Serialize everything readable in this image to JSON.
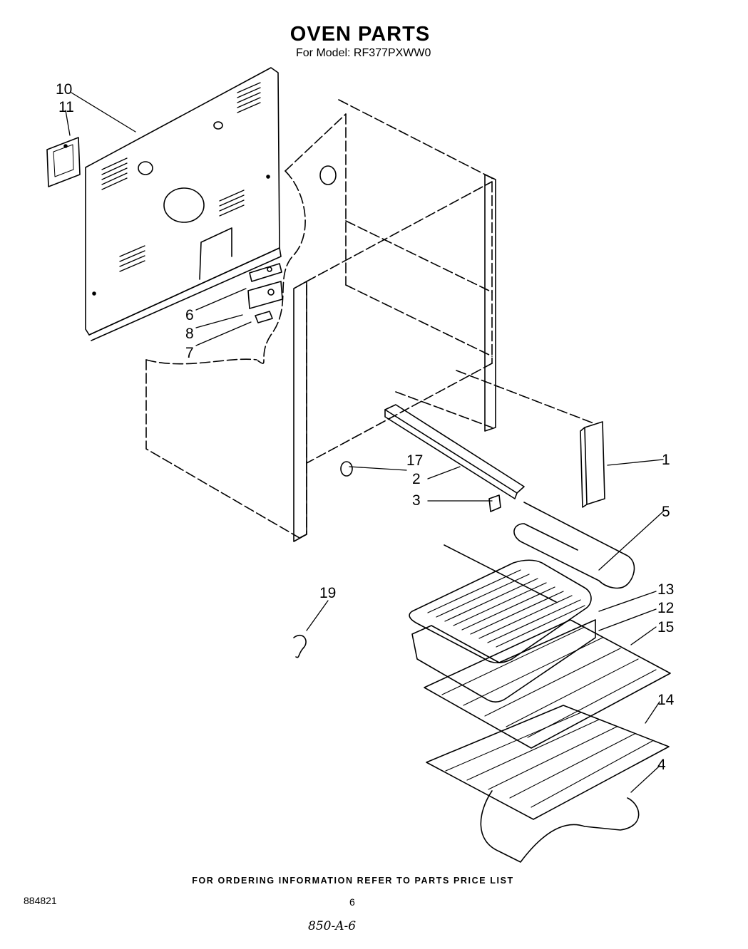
{
  "title": "OVEN PARTS",
  "subtitle": "For Model: RF377PXWW0",
  "callouts": {
    "c1": "1",
    "c2": "2",
    "c3": "3",
    "c4": "4",
    "c5": "5",
    "c6": "6",
    "c7": "7",
    "c8": "8",
    "c10": "10",
    "c11": "11",
    "c12": "12",
    "c13": "13",
    "c14": "14",
    "c15": "15",
    "c17": "17",
    "c19": "19"
  },
  "footer_note": "FOR ORDERING INFORMATION REFER TO PARTS PRICE LIST",
  "doc_number": "884821",
  "page_number": "6",
  "handwritten_note": "850-A-6"
}
